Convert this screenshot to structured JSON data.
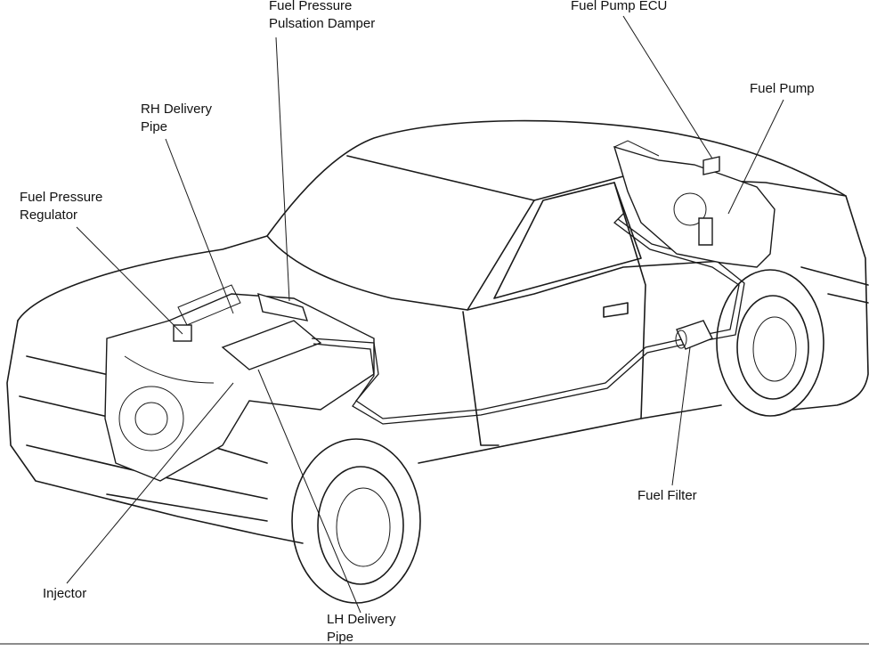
{
  "labels": {
    "damper": {
      "line1": "Fuel Pressure",
      "line2": "Pulsation Damper"
    },
    "ecu": {
      "line1": "Fuel Pump ECU"
    },
    "pump": {
      "line1": "Fuel Pump"
    },
    "rh_pipe": {
      "line1": "RH Delivery",
      "line2": "Pipe"
    },
    "regulator": {
      "line1": "Fuel Pressure",
      "line2": "Regulator"
    },
    "filter": {
      "line1": "Fuel Filter"
    },
    "injector": {
      "line1": "Injector"
    },
    "lh_pipe": {
      "line1": "LH Delivery",
      "line2": "Pipe"
    }
  }
}
